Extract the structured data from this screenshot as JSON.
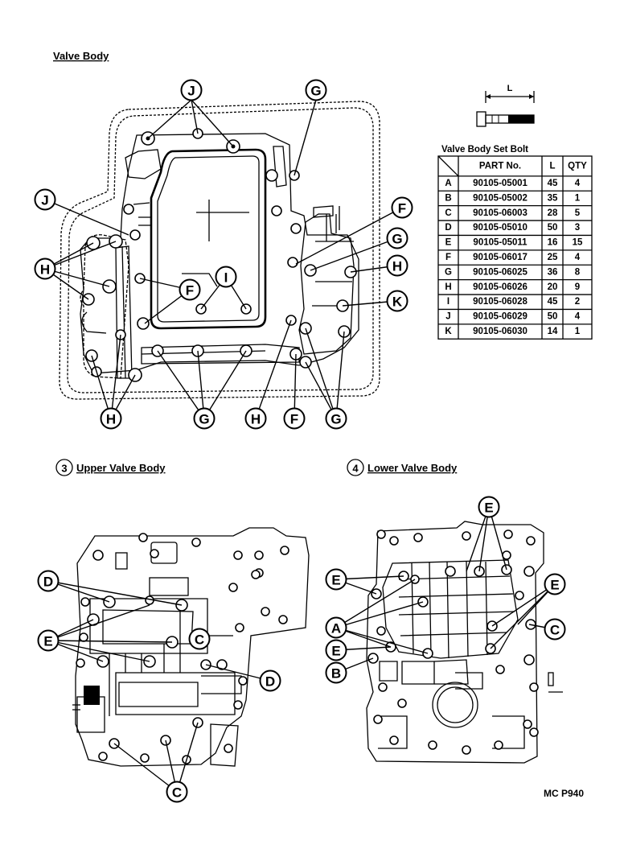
{
  "titles": {
    "valve_body": "Valve Body",
    "upper": "Upper Valve Body",
    "upper_num": "3",
    "lower": "Lower Valve Body",
    "lower_num": "4",
    "bolt_dim": "L",
    "code": "MC P940"
  },
  "bolt_table": {
    "title": "Valve Body Set Bolt",
    "headers": [
      "PART No.",
      "L",
      "QTY"
    ],
    "rows": [
      {
        "key": "A",
        "part": "90105-05001",
        "L": "45",
        "qty": "4"
      },
      {
        "key": "B",
        "part": "90105-05002",
        "L": "35",
        "qty": "1"
      },
      {
        "key": "C",
        "part": "90105-06003",
        "L": "28",
        "qty": "5"
      },
      {
        "key": "D",
        "part": "90105-05010",
        "L": "50",
        "qty": "3"
      },
      {
        "key": "E",
        "part": "90105-05011",
        "L": "16",
        "qty": "15"
      },
      {
        "key": "F",
        "part": "90105-06017",
        "L": "25",
        "qty": "4"
      },
      {
        "key": "G",
        "part": "90105-06025",
        "L": "36",
        "qty": "8"
      },
      {
        "key": "H",
        "part": "90105-06026",
        "L": "20",
        "qty": "9"
      },
      {
        "key": "I",
        "part": "90105-06028",
        "L": "45",
        "qty": "2"
      },
      {
        "key": "J",
        "part": "90105-06029",
        "L": "50",
        "qty": "4"
      },
      {
        "key": "K",
        "part": "90105-06030",
        "L": "14",
        "qty": "1"
      }
    ]
  },
  "callouts": {
    "valve_body": [
      "J",
      "G",
      "J",
      "H",
      "F",
      "I",
      "F",
      "G",
      "H",
      "K",
      "H",
      "G",
      "H",
      "F",
      "G"
    ],
    "upper": [
      "D",
      "E",
      "D",
      "C",
      "C"
    ],
    "lower": [
      "E",
      "E",
      "E",
      "A",
      "E",
      "B",
      "C"
    ]
  }
}
